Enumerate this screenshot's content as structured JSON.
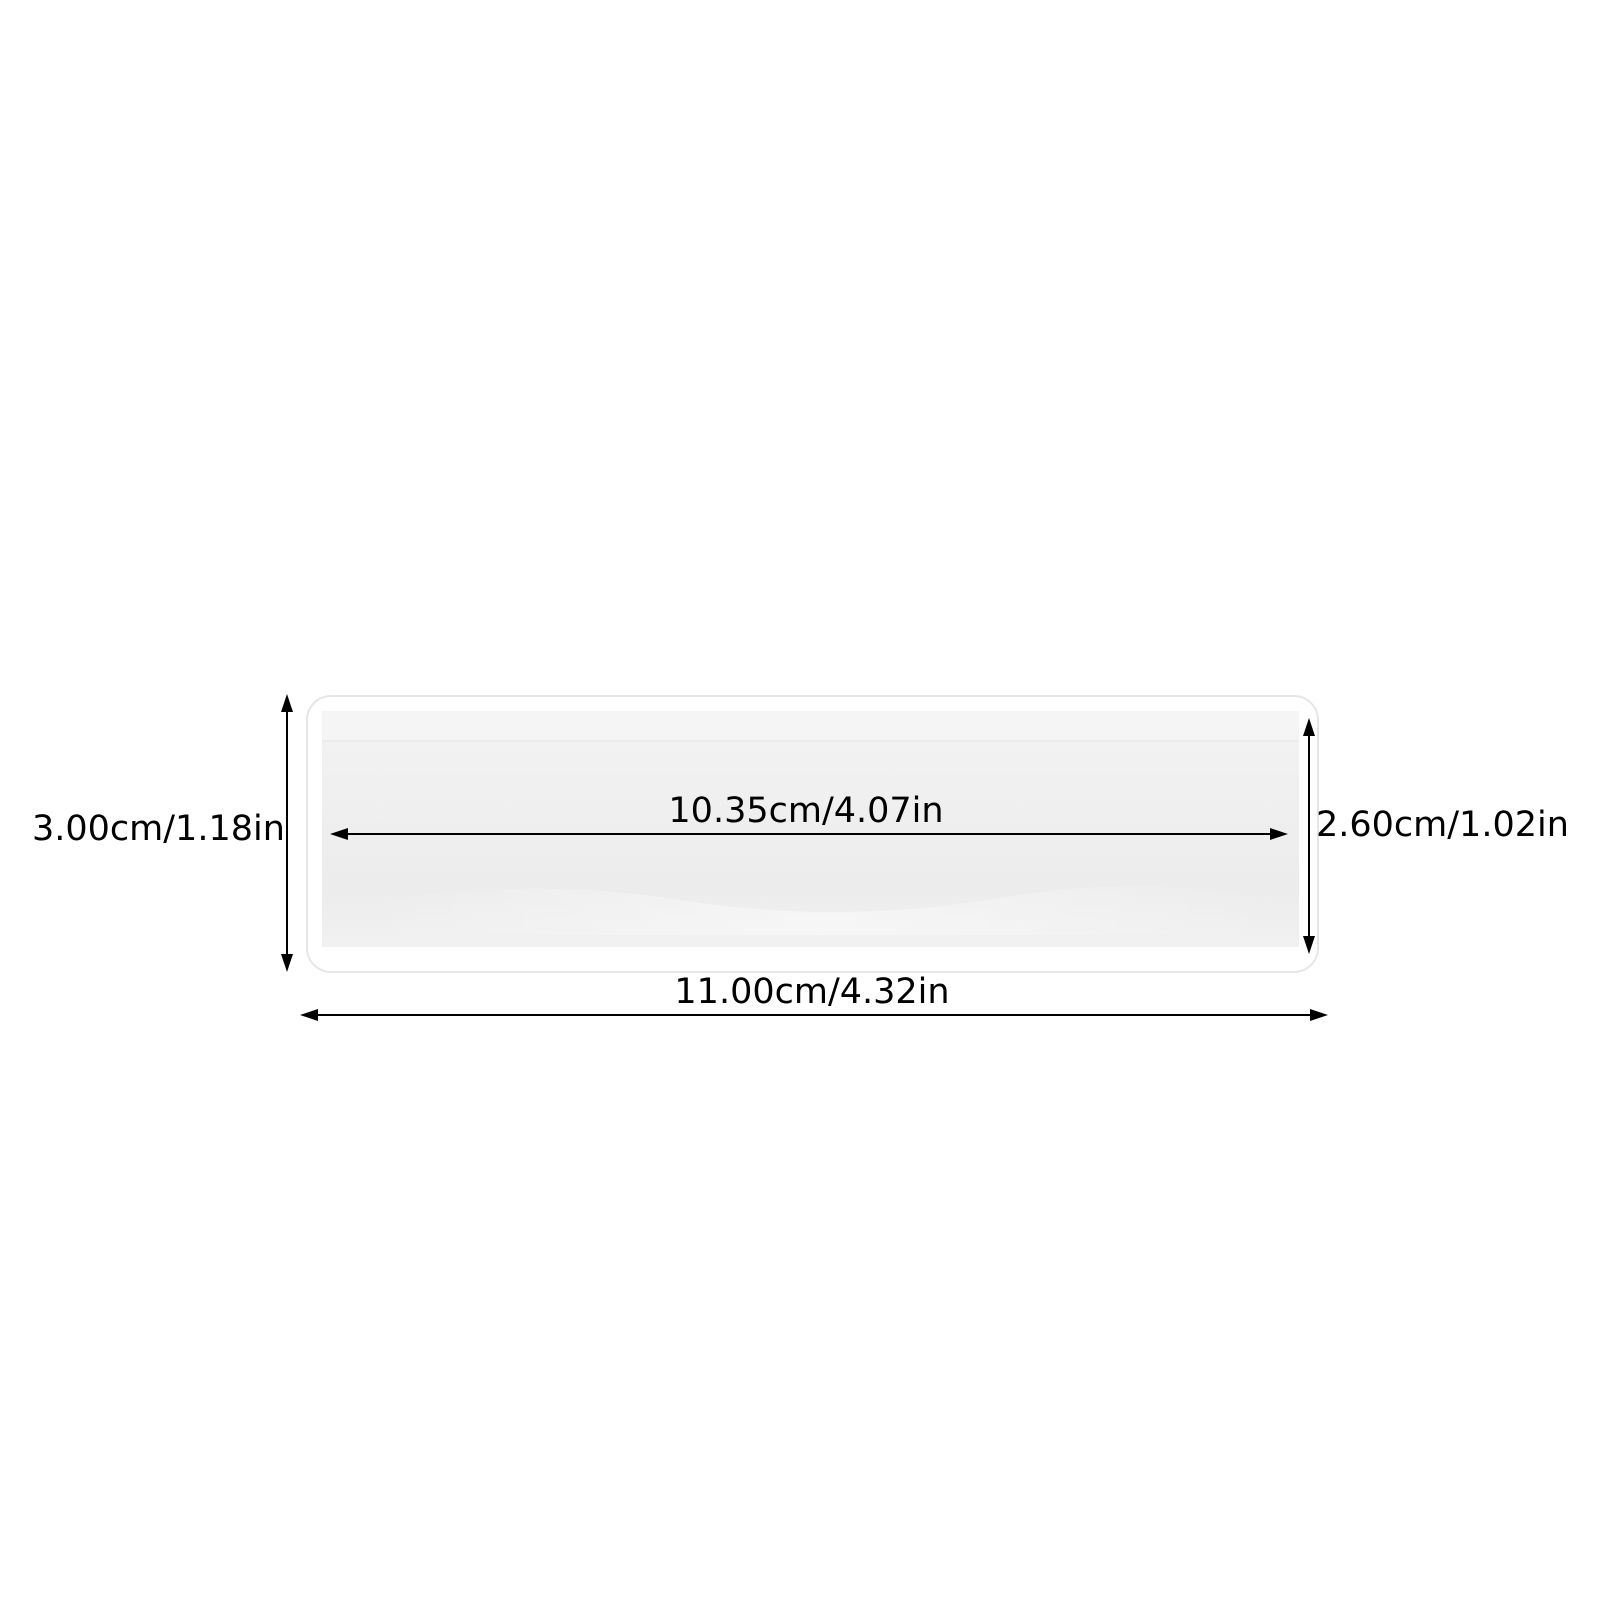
{
  "product": {
    "outer_fill": "#ffffff",
    "outer_stroke": "#e6e6e6",
    "inner_fill": "#efefef",
    "inner_top_strip": "#f5f5f5",
    "arrow_color": "#000000"
  },
  "dimensions": {
    "inner_width": {
      "text": "10.35cm/4.07in"
    },
    "outer_width": {
      "text": "11.00cm/4.32in"
    },
    "outer_height": {
      "text": "3.00cm/1.18in"
    },
    "inner_height": {
      "text": "2.60cm/1.02in"
    }
  }
}
